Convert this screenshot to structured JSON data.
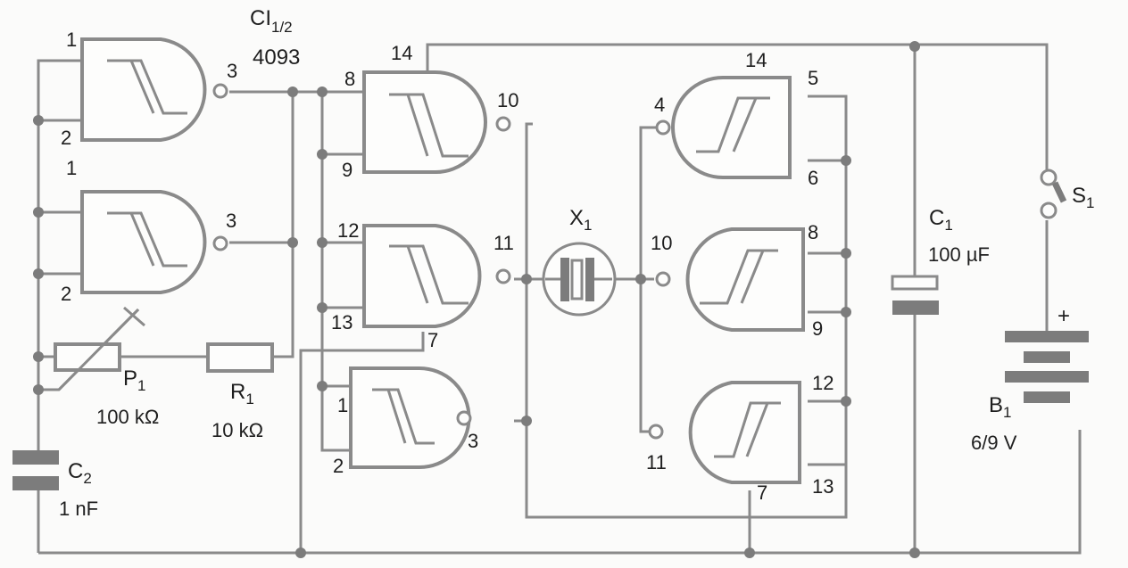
{
  "title": "4093 Schmitt-trigger NAND oscillator driving piezo transducer",
  "colors": {
    "ink": "#8a8a8a",
    "junction": "#7c7c7c",
    "text": "#1e1e1e",
    "paper": "#fbfbfa"
  },
  "ic": {
    "ref": "CI",
    "ref_sub": "1/2",
    "part": "4093"
  },
  "gates": [
    {
      "id": "osc-a",
      "in1": "1",
      "in2": "2",
      "out": "3"
    },
    {
      "id": "osc-b",
      "in1": "1",
      "in2": "2",
      "out": "3"
    },
    {
      "id": "buf-1",
      "in1": "8",
      "in2": "9",
      "out": "10",
      "vdd": "14"
    },
    {
      "id": "buf-2",
      "in1": "12",
      "in2": "13",
      "out": "11",
      "gnd": "7"
    },
    {
      "id": "buf-3",
      "in1": "1",
      "in2": "2",
      "out": "3"
    },
    {
      "id": "inv-1",
      "in1": "5",
      "in2": "6",
      "out": "4",
      "vdd": "14"
    },
    {
      "id": "inv-2",
      "in1": "8",
      "in2": "9",
      "out": "10"
    },
    {
      "id": "inv-3",
      "in1": "12",
      "in2": "13",
      "out": "11",
      "gnd": "7"
    }
  ],
  "components": {
    "p1": {
      "ref": "P",
      "sub": "1",
      "value": "100 kΩ"
    },
    "r1": {
      "ref": "R",
      "sub": "1",
      "value": "10 kΩ"
    },
    "c2": {
      "ref": "C",
      "sub": "2",
      "value": "1 nF"
    },
    "x1": {
      "ref": "X",
      "sub": "1"
    },
    "c1": {
      "ref": "C",
      "sub": "1",
      "value": "100 µF"
    },
    "s1": {
      "ref": "S",
      "sub": "1"
    },
    "b1": {
      "ref": "B",
      "sub": "1",
      "value": "6/9 V",
      "polarity": "+"
    }
  }
}
